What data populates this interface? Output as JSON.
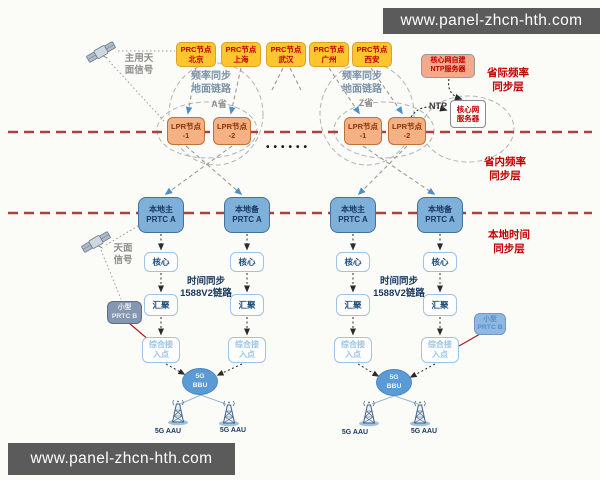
{
  "watermarks": {
    "top": "www.panel-zhcn-hth.com",
    "bottom": "www.panel-zhcn-hth.com"
  },
  "layer_labels": {
    "inter_province_freq": "省际频率\n同步层",
    "intra_province_freq": "省内频率\n同步层",
    "local_time": "本地时间\n同步层"
  },
  "annotations": {
    "main_antenna_signal": "主用天\n面信号",
    "antenna_signal": "天面\n信号",
    "freq_sync_ground_link_left": "频率同步\n地面链路",
    "freq_sync_ground_link_right": "频率同步\n地面链路",
    "province_a": "A省",
    "province_z": "Z省",
    "ntp": "NTP",
    "time_sync_1588_left": "时间同步\n1588V2链路",
    "time_sync_1588_right": "时间同步\n1588V2链路",
    "ellipsis": "••••••"
  },
  "nodes": {
    "prc": [
      {
        "label": "PRC节点\n北京"
      },
      {
        "label": "PRC节点\n上海"
      },
      {
        "label": "PRC节点\n武汉"
      },
      {
        "label": "PRC节点\n广州"
      },
      {
        "label": "PRC节点\n西安"
      }
    ],
    "lpr": [
      {
        "label": "LPR节点\n-1"
      },
      {
        "label": "LPR节点\n-2"
      },
      {
        "label": "LPR节点\n-1"
      },
      {
        "label": "LPR节点\n-2"
      }
    ],
    "ntp_self_built": {
      "label": "核心网自建\nNTP服务器"
    },
    "core_network_server": {
      "label": "核心网\n服务器"
    },
    "prtc_a": [
      {
        "label": "本地主\nPRTC A"
      },
      {
        "label": "本地备\nPRTC A"
      },
      {
        "label": "本地主\nPRTC A"
      },
      {
        "label": "本地备\nPRTC A"
      }
    ],
    "core": [
      {
        "label": "核心"
      },
      {
        "label": "核心"
      },
      {
        "label": "核心"
      },
      {
        "label": "核心"
      }
    ],
    "aggregation": [
      {
        "label": "汇聚"
      },
      {
        "label": "汇聚"
      },
      {
        "label": "汇聚"
      },
      {
        "label": "汇聚"
      }
    ],
    "access_point": [
      {
        "label": "综合接\n入点"
      },
      {
        "label": "综合接\n入点"
      },
      {
        "label": "综合接\n入点"
      },
      {
        "label": "综合接\n入点"
      }
    ],
    "small_prtc_b": [
      {
        "label": "小型\nPRTC B"
      },
      {
        "label": "小型\nPRTC B"
      }
    ],
    "bbu": [
      {
        "label": "5G\nBBU"
      },
      {
        "label": "5G\nBBU"
      }
    ],
    "aau": [
      {
        "label": "5G AAU"
      },
      {
        "label": "5G AAU"
      },
      {
        "label": "5G AAU"
      },
      {
        "label": "5G AAU"
      }
    ]
  },
  "colors": {
    "prc_node": "#ffc52e",
    "lpr_node": "#f4b183",
    "prtc_a_node": "#7fb0da",
    "bbu": "#5b9bd5",
    "red_label": "#c00000",
    "layer_divider": "#b04040",
    "watermark_bar": "#5b5b5b"
  }
}
